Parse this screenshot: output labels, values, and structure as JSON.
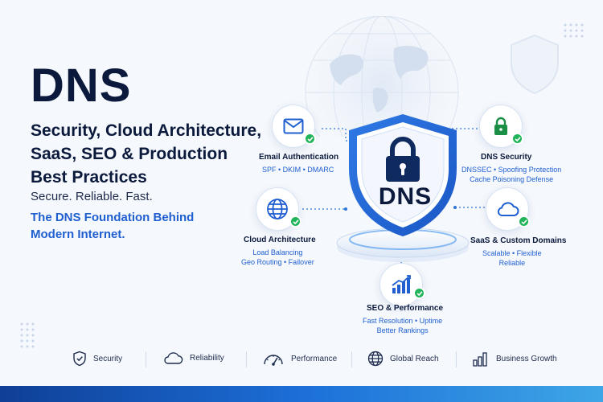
{
  "headline": {
    "title": "DNS",
    "subtitle_lines": [
      "Security, Cloud Architecture,",
      "SaaS, SEO & Production",
      "Best Practices"
    ],
    "tagline": "Secure. Reliable. Fast.",
    "tagline2_lines": [
      "The DNS Foundation Behind",
      "Modern Internet."
    ]
  },
  "shield": {
    "label": "DNS"
  },
  "nodes": {
    "email": {
      "title": "Email Authentication",
      "desc": [
        "SPF  •  DKIM  •  DMARC"
      ],
      "icon": "envelope-icon"
    },
    "security": {
      "title": "DNS Security",
      "desc": [
        "DNSSEC • Spoofing Protection",
        "Cache Poisoning Defense"
      ],
      "icon": "padlock-icon"
    },
    "cloud": {
      "title": "Cloud Architecture",
      "desc": [
        "Load Balancing",
        "Geo Routing • Failover"
      ],
      "icon": "globe-icon"
    },
    "saas": {
      "title": "SaaS & Custom Domains",
      "desc": [
        "Scalable • Flexible",
        "Reliable"
      ],
      "icon": "cloud-icon"
    },
    "seo": {
      "title": "SEO & Performance",
      "desc": [
        "Fast Resolution • Uptime",
        "Better Rankings"
      ],
      "icon": "bar-chart-icon"
    }
  },
  "bottom": [
    {
      "label": "Security",
      "icon": "shield-check-icon"
    },
    {
      "label": "Reliability",
      "icon": "cloud-outline-icon"
    },
    {
      "label": "Performance",
      "icon": "gauge-icon"
    },
    {
      "label": "Global Reach",
      "icon": "globe-outline-icon"
    },
    {
      "label": "Business Growth",
      "icon": "growth-bars-icon"
    }
  ],
  "colors": {
    "navy": "#0b1a3c",
    "blue": "#1f5fd0",
    "green": "#22b45a",
    "background": "#f5f8fc"
  }
}
